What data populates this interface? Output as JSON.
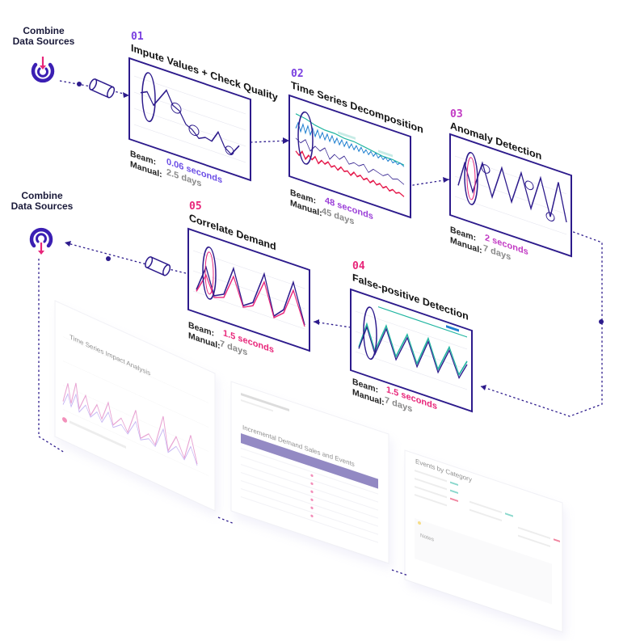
{
  "sources": {
    "top": "Combine\nData Sources",
    "bottom": "Combine\nData Sources"
  },
  "steps": [
    {
      "num": "01",
      "title": "Impute Values + Check Quality",
      "beam_label": "Beam:",
      "beam_value": "0.06 seconds",
      "manual_label": "Manual:",
      "manual_value": "2.5 days"
    },
    {
      "num": "02",
      "title": "Time Series Decomposition",
      "beam_label": "Beam:",
      "beam_value": "48 seconds",
      "manual_label": "Manual:",
      "manual_value": "45 days"
    },
    {
      "num": "03",
      "title": "Anomaly Detection",
      "beam_label": "Beam:",
      "beam_value": "2 seconds",
      "manual_label": "Manual:",
      "manual_value": "7 days"
    },
    {
      "num": "04",
      "title": "False-positive Detection",
      "beam_label": "Beam:",
      "beam_value": "1.5 seconds",
      "manual_label": "Manual:",
      "manual_value": "7 days"
    },
    {
      "num": "05",
      "title": "Correlate Demand",
      "beam_label": "Beam:",
      "beam_value": "1.5 seconds",
      "manual_label": "Manual:",
      "manual_value": "7 days"
    }
  ],
  "dashboards": {
    "impact_title": "Time Series Impact Analysis",
    "demand_title": "Incremental Demand Sales and Events",
    "category_title": "Events by Category",
    "notes_title": "Notes"
  },
  "colors": {
    "navy": "#2d1b8c",
    "violet": "#7a3fe0",
    "pink": "#e8267a",
    "teal": "#1fb5a0",
    "blue": "#1e7fd0",
    "red": "#e5184a",
    "grey": "#8a8a8a"
  }
}
